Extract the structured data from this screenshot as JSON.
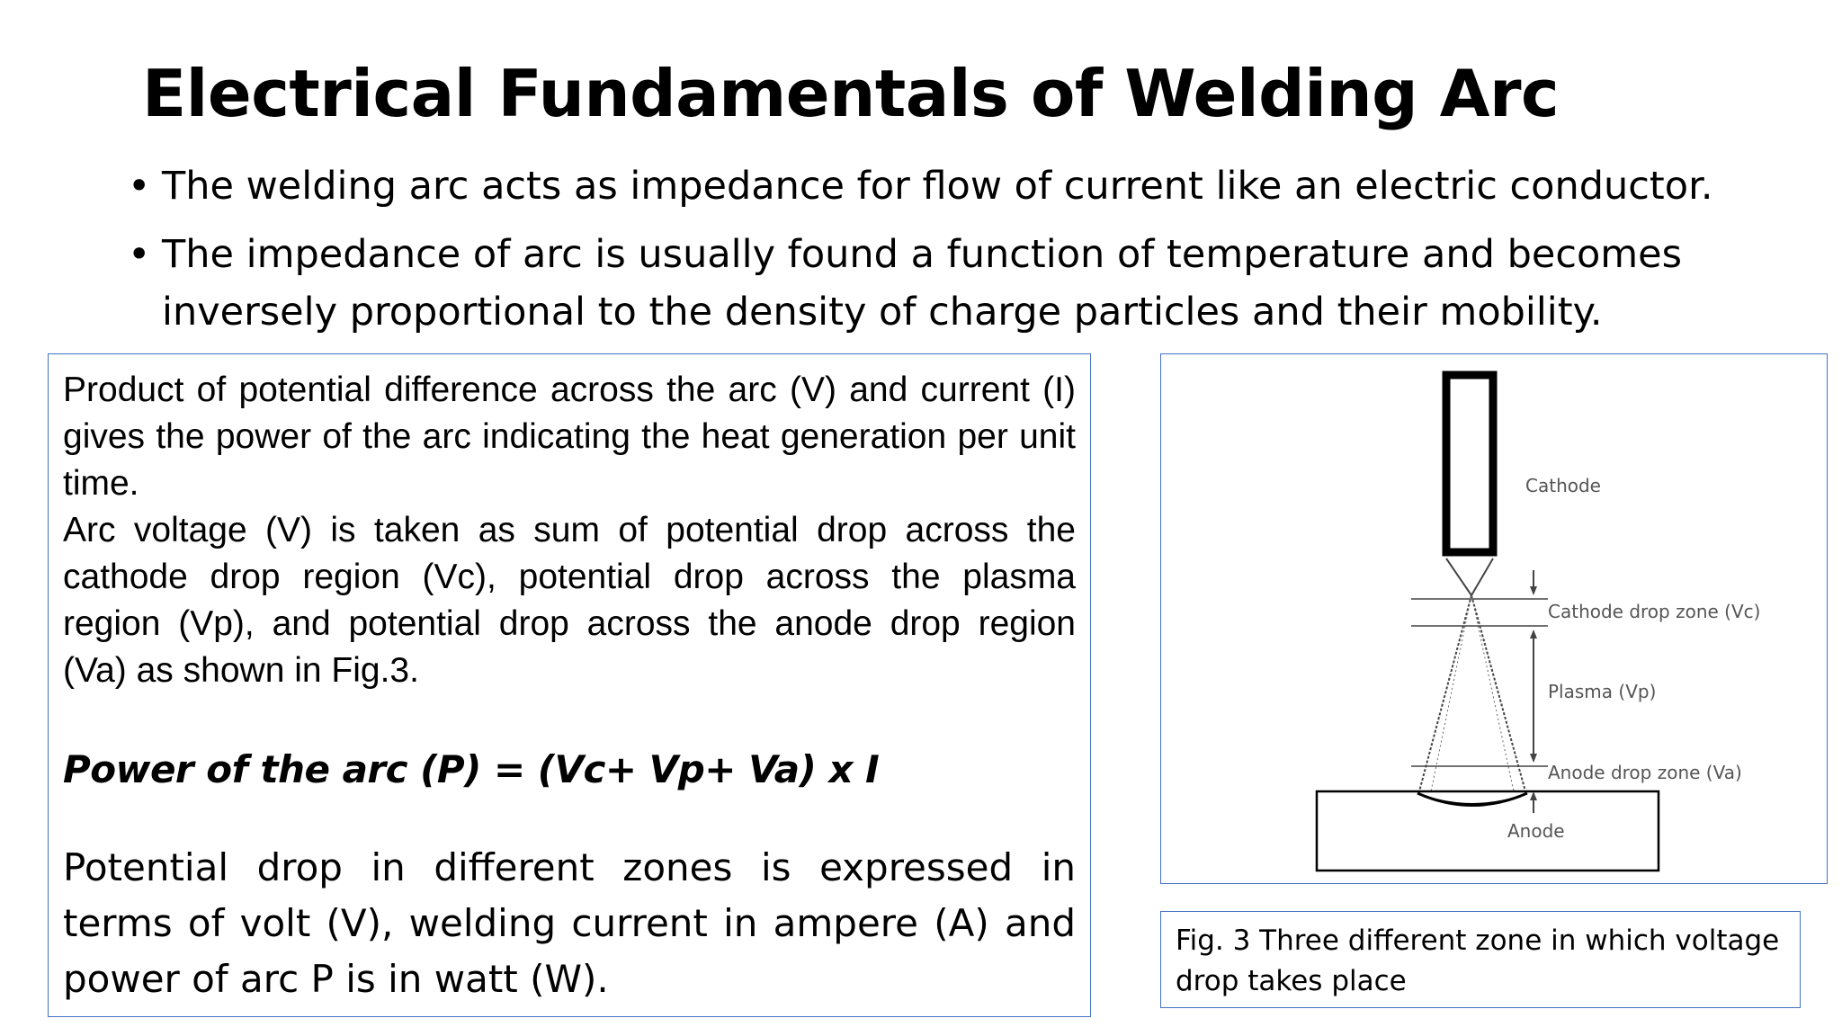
{
  "slide": {
    "title": "Electrical Fundamentals of Welding Arc",
    "bullets": [
      "The welding arc acts as impedance for flow of current like an electric conductor.",
      "The impedance of arc is usually found a function of temperature and becomes inversely proportional to the density of charge particles and their mobility."
    ],
    "text_box": {
      "paragraph1": "Product of potential difference across the arc (V) and current (I) gives the power of the arc indicating the heat generation per unit time.",
      "paragraph2": "Arc voltage (V) is taken as sum of potential drop across the cathode drop region (Vc), potential drop across the plasma region (Vp), and potential drop across the anode drop region (Va) as shown in Fig.3.",
      "formula": "Power of the arc (P) = (Vc+ Vp+ Va) x  I",
      "paragraph3": "Potential drop in different zones is expressed in terms of volt (V), welding current in ampere (A) and power of arc P is in watt (W)."
    },
    "figure": {
      "labels": {
        "cathode": "Cathode",
        "cathode_drop": "Cathode drop zone (Vc)",
        "plasma": "Plasma (Vp)",
        "anode_drop": "Anode drop zone (Va)",
        "anode": "Anode"
      },
      "caption": "Fig. 3 Three different zone in which voltage  drop takes place"
    },
    "colors": {
      "box_border": "#4472c4",
      "text": "#000000",
      "figure_label": "#555555"
    }
  }
}
